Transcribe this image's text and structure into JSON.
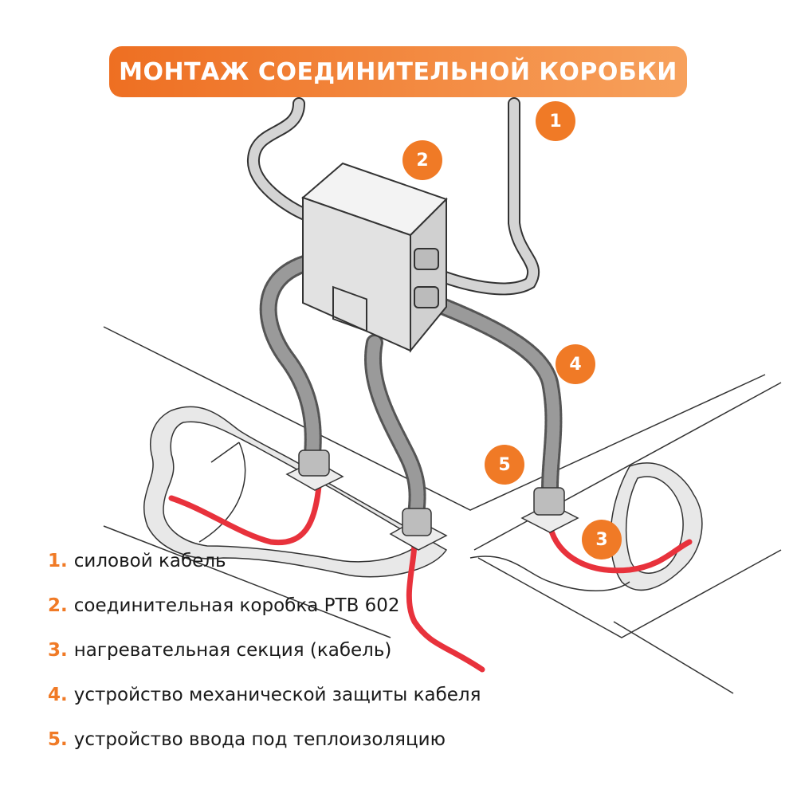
{
  "title": "МОНТАЖ СОЕДИНИТЕЛЬНОЙ КОРОБКИ",
  "badges": [
    "1",
    "2",
    "3",
    "4",
    "5"
  ],
  "legend": [
    {
      "num": "1.",
      "text": "силовой кабель"
    },
    {
      "num": "2.",
      "text": "соединительная коробка PTB 602"
    },
    {
      "num": "3.",
      "text": "нагревательная секция (кабель)"
    },
    {
      "num": "4.",
      "text": "устройство механической защиты кабеля"
    },
    {
      "num": "5.",
      "text": "устройство ввода под теплоизоляцию"
    }
  ],
  "colors": {
    "accent": "#f07a26",
    "heating_cable": "#e8323c",
    "conduit": "#8a8a8a",
    "outline": "#333333"
  }
}
